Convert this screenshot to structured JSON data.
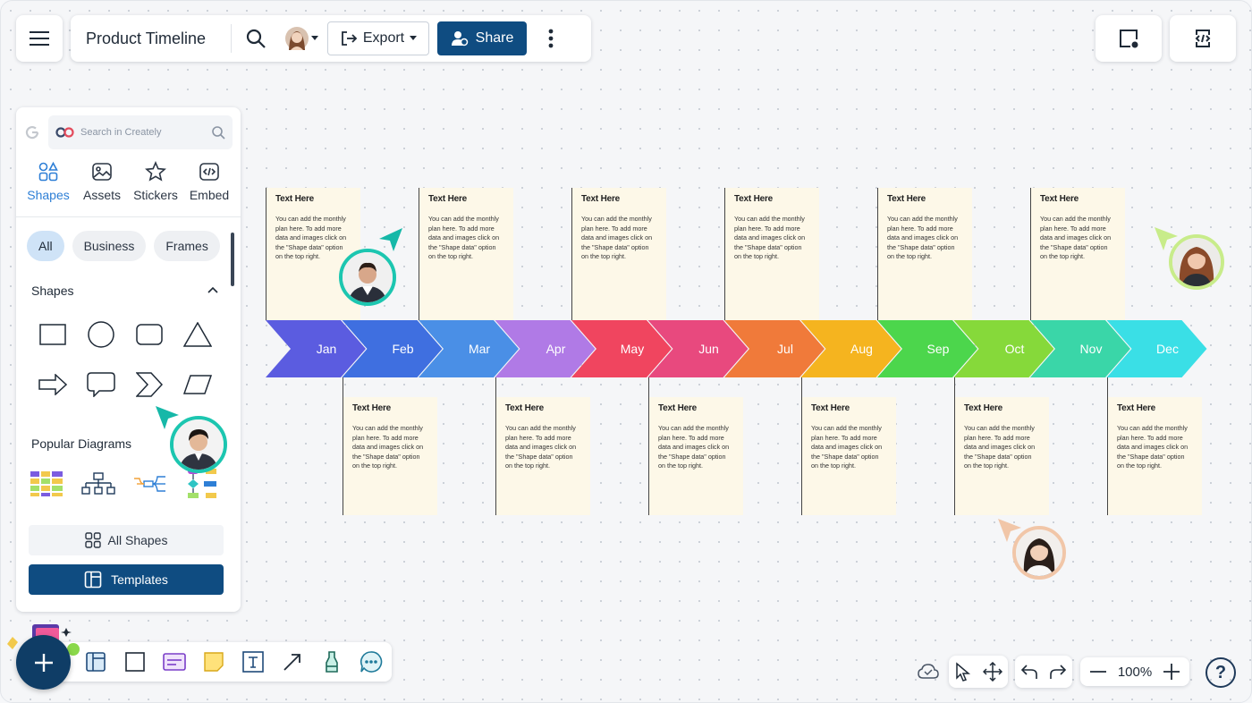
{
  "app": {
    "document_title": "Product Timeline"
  },
  "toolbar": {
    "export_label": "Export",
    "share_label": "Share"
  },
  "panel": {
    "search_placeholder": "Search in Creately",
    "tabs": [
      {
        "label": "Shapes",
        "icon": "shapes-icon",
        "active": true
      },
      {
        "label": "Assets",
        "icon": "image-icon",
        "active": false
      },
      {
        "label": "Stickers",
        "icon": "star-icon",
        "active": false
      },
      {
        "label": "Embed",
        "icon": "code-icon",
        "active": false
      }
    ],
    "chips": [
      {
        "label": "All",
        "active": true
      },
      {
        "label": "Business",
        "active": false
      },
      {
        "label": "Frames",
        "active": false
      }
    ],
    "shapes_heading": "Shapes",
    "popular_heading": "Popular Diagrams",
    "all_shapes_label": "All Shapes",
    "templates_label": "Templates"
  },
  "timeline": {
    "months": [
      "Jan",
      "Feb",
      "Mar",
      "Apr",
      "May",
      "Jun",
      "Jul",
      "Aug",
      "Sep",
      "Oct",
      "Nov",
      "Dec"
    ],
    "colors": [
      "#5b5ce0",
      "#3f6fe0",
      "#4a8fe6",
      "#b07ae6",
      "#f0455f",
      "#e8497e",
      "#f07a3a",
      "#f5b41f",
      "#4cd64c",
      "#86d93a",
      "#3ad6a8",
      "#3adfe6"
    ],
    "notes": [
      {
        "title": "Text Here",
        "body": "You can add the monthly plan here. To add more data and images click on the \"Shape data\" option on the top right."
      },
      {
        "title": "Text Here",
        "body": "You can add the monthly plan here. To add more data and images click on the \"Shape data\" option on the top right."
      },
      {
        "title": "Text Here",
        "body": "You can add the monthly plan here. To add more data and images click on the \"Shape data\" option on the top right."
      },
      {
        "title": "Text Here",
        "body": "You can add the monthly plan here. To add more data and images click on the \"Shape data\" option on the top right."
      },
      {
        "title": "Text Here",
        "body": "You can add the monthly plan here. To add more data and images click on the \"Shape data\" option on the top right."
      },
      {
        "title": "Text Here",
        "body": "You can add the monthly plan here. To add more data and images click on the \"Shape data\" option on the top right."
      },
      {
        "title": "Text Here",
        "body": "You can add the monthly plan here. To add more data and images click on the \"Shape data\" option on the top right."
      },
      {
        "title": "Text Here",
        "body": "You can add the monthly plan here. To add more data and images click on the \"Shape data\" option on the top right."
      },
      {
        "title": "Text Here",
        "body": "You can add the monthly plan here. To add more data and images click on the \"Shape data\" option on the top right."
      },
      {
        "title": "Text Here",
        "body": "You can add the monthly plan here. To add more data and images click on the \"Shape data\" option on the top right."
      },
      {
        "title": "Text Here",
        "body": "You can add the monthly plan here. To add more data and images click on the \"Shape data\" option on the top right."
      },
      {
        "title": "Text Here",
        "body": "You can add the monthly plan here. To add more data and images click on the \"Shape data\" option on the top right."
      }
    ]
  },
  "zoom": {
    "level": "100%"
  },
  "help": {
    "label": "?"
  }
}
